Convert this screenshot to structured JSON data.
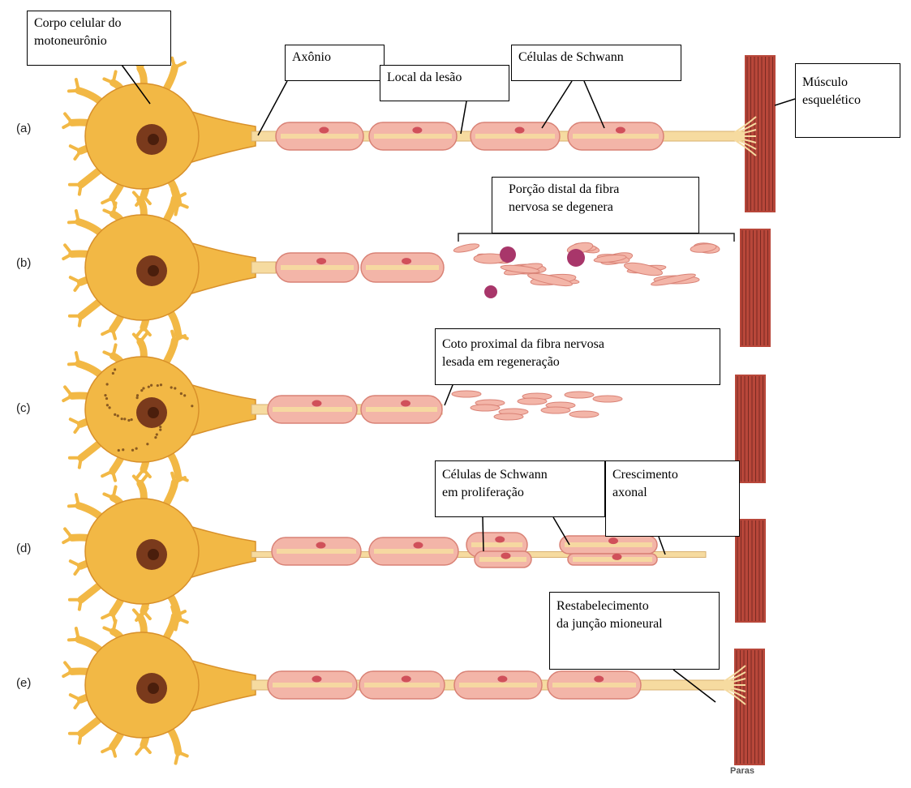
{
  "rows": [
    {
      "label": "(a)"
    },
    {
      "label": "(b)"
    },
    {
      "label": "(c)"
    },
    {
      "label": "(d)"
    },
    {
      "label": "(e)"
    }
  ],
  "callouts": {
    "cell_body": [
      "Corpo celular do",
      "motoneurônio"
    ],
    "axon": [
      "Axônio"
    ],
    "lesion_site": [
      "Local da lesão"
    ],
    "schwann_cells": [
      "Células de Schwann"
    ],
    "skeletal_muscle": [
      "Músculo",
      "esquelético"
    ],
    "distal_degeneration": [
      "Porção distal da fibra",
      "nervosa se degenera"
    ],
    "proximal_stump": [
      "Coto proximal da fibra nervosa",
      "lesada em regeneração"
    ],
    "schwann_proliferation": [
      "Células de Schwann",
      "em proliferação"
    ],
    "axonal_growth": [
      "Crescimento",
      "axonal"
    ],
    "junction_restoration": [
      "Restabelecimento",
      "da junção mioneural"
    ]
  },
  "signature": "Paras",
  "colors": {
    "soma": "#f2b845",
    "soma_dark": "#d8902a",
    "nucleus": "#7a3a1c",
    "schwann": "#f3b5a8",
    "schwann_edge": "#d98276",
    "axon_core": "#f6dba0",
    "muscle": "#b8473a",
    "degenerate_nucleus": "#a8366a"
  }
}
